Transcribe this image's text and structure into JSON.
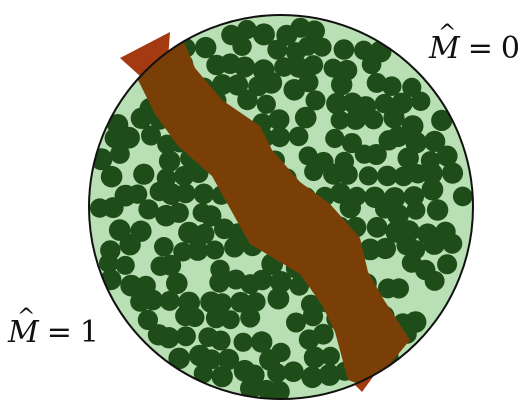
{
  "labels": {
    "top": {
      "variable": "M",
      "hat": "^",
      "operator": "=",
      "value": "0"
    },
    "bottom": {
      "variable": "M",
      "hat": "^",
      "operator": "=",
      "value": "1"
    }
  },
  "colors": {
    "disk_fill": "#b9dfb4",
    "disk_outline": "#111111",
    "particles": "#1f4d19",
    "channel": "#7a3f06",
    "channel_tip": "#a33a12"
  }
}
